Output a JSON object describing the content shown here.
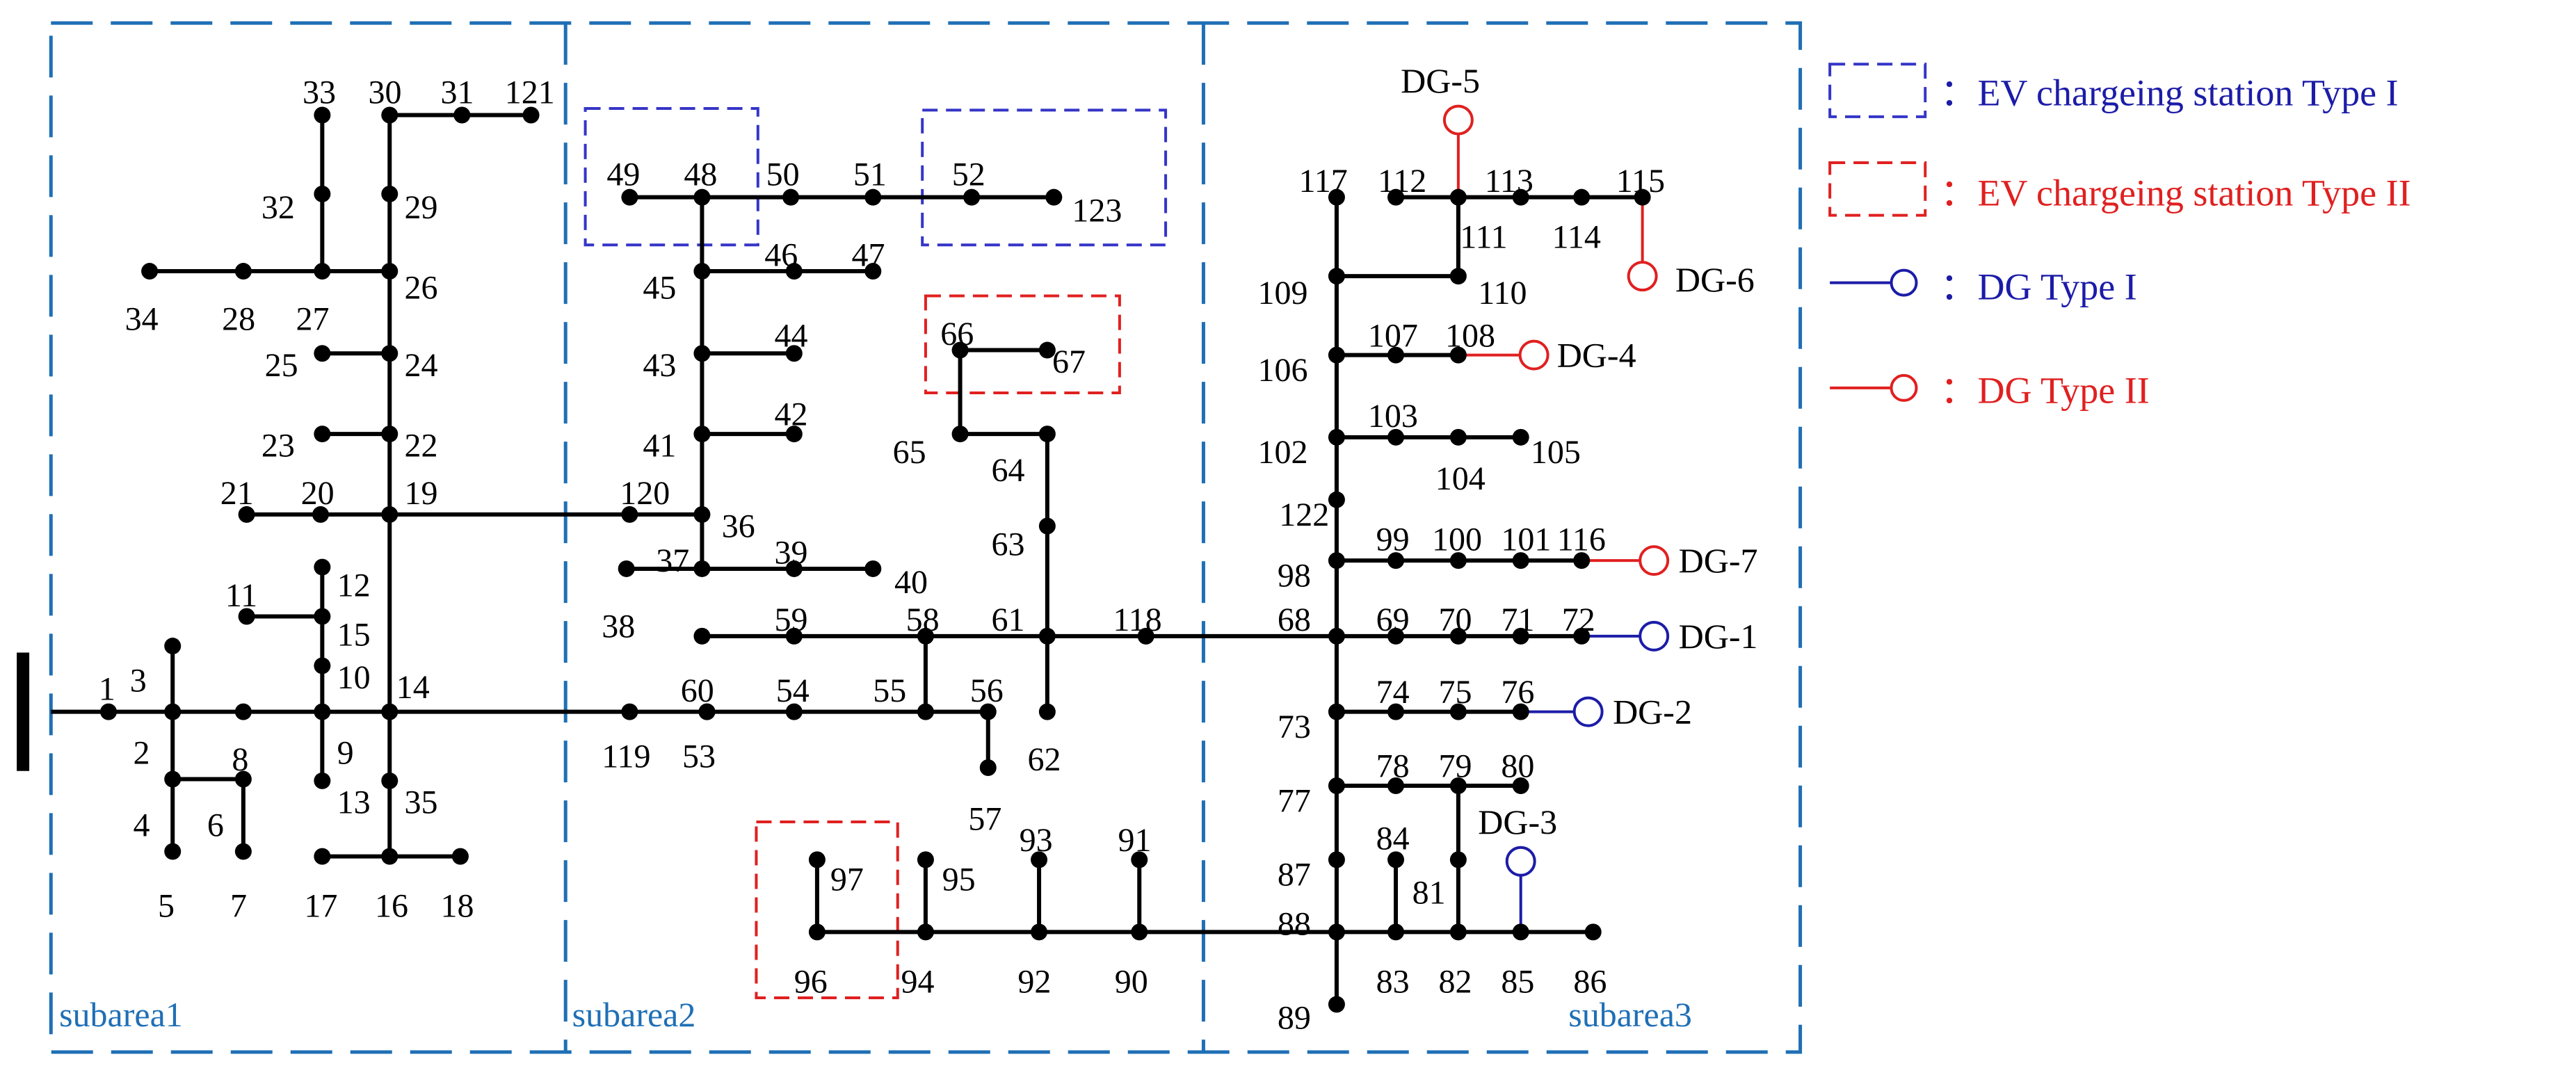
{
  "areas": [
    "subarea1",
    "subarea2",
    "subarea3"
  ],
  "legend": {
    "ev_type1": "EV chargeing station Type I",
    "ev_type2": "EV chargeing station Type II",
    "dg_type1": "DG Type I",
    "dg_type2": "DG Type II",
    "separator": "："
  },
  "colors": {
    "area_frame": "#1f6fb5",
    "type1": "#1c1ca8",
    "type2": "#e02020",
    "ev_type1_box": "#3535c8"
  },
  "nodes": [
    "1",
    "2",
    "3",
    "4",
    "5",
    "6",
    "7",
    "8",
    "9",
    "10",
    "11",
    "12",
    "13",
    "14",
    "15",
    "16",
    "17",
    "18",
    "19",
    "20",
    "21",
    "22",
    "23",
    "24",
    "25",
    "26",
    "27",
    "28",
    "29",
    "30",
    "31",
    "32",
    "33",
    "34",
    "35",
    "36",
    "37",
    "38",
    "39",
    "40",
    "41",
    "42",
    "43",
    "44",
    "45",
    "46",
    "47",
    "48",
    "49",
    "50",
    "51",
    "52",
    "53",
    "54",
    "55",
    "56",
    "57",
    "58",
    "59",
    "60",
    "61",
    "62",
    "63",
    "64",
    "65",
    "66",
    "67",
    "68",
    "69",
    "70",
    "71",
    "72",
    "73",
    "74",
    "75",
    "76",
    "77",
    "78",
    "79",
    "80",
    "81",
    "82",
    "83",
    "84",
    "85",
    "86",
    "87",
    "88",
    "89",
    "90",
    "91",
    "92",
    "93",
    "94",
    "95",
    "96",
    "97",
    "98",
    "99",
    "100",
    "101",
    "102",
    "103",
    "104",
    "105",
    "106",
    "107",
    "108",
    "109",
    "110",
    "111",
    "112",
    "113",
    "114",
    "115",
    "116",
    "117",
    "118",
    "119",
    "120",
    "121",
    "122",
    "123"
  ],
  "dgs": [
    {
      "name": "DG-1",
      "type": "I"
    },
    {
      "name": "DG-2",
      "type": "I"
    },
    {
      "name": "DG-3",
      "type": "I"
    },
    {
      "name": "DG-4",
      "type": "II"
    },
    {
      "name": "DG-5",
      "type": "II"
    },
    {
      "name": "DG-6",
      "type": "II"
    },
    {
      "name": "DG-7",
      "type": "II"
    }
  ],
  "ev_stations": [
    {
      "nodes": [
        "49",
        "48"
      ],
      "type": "I"
    },
    {
      "nodes": [
        "52",
        "123"
      ],
      "type": "I"
    },
    {
      "nodes": [
        "66",
        "67"
      ],
      "type": "II"
    },
    {
      "nodes": [
        "96",
        "97"
      ],
      "type": "II"
    }
  ]
}
